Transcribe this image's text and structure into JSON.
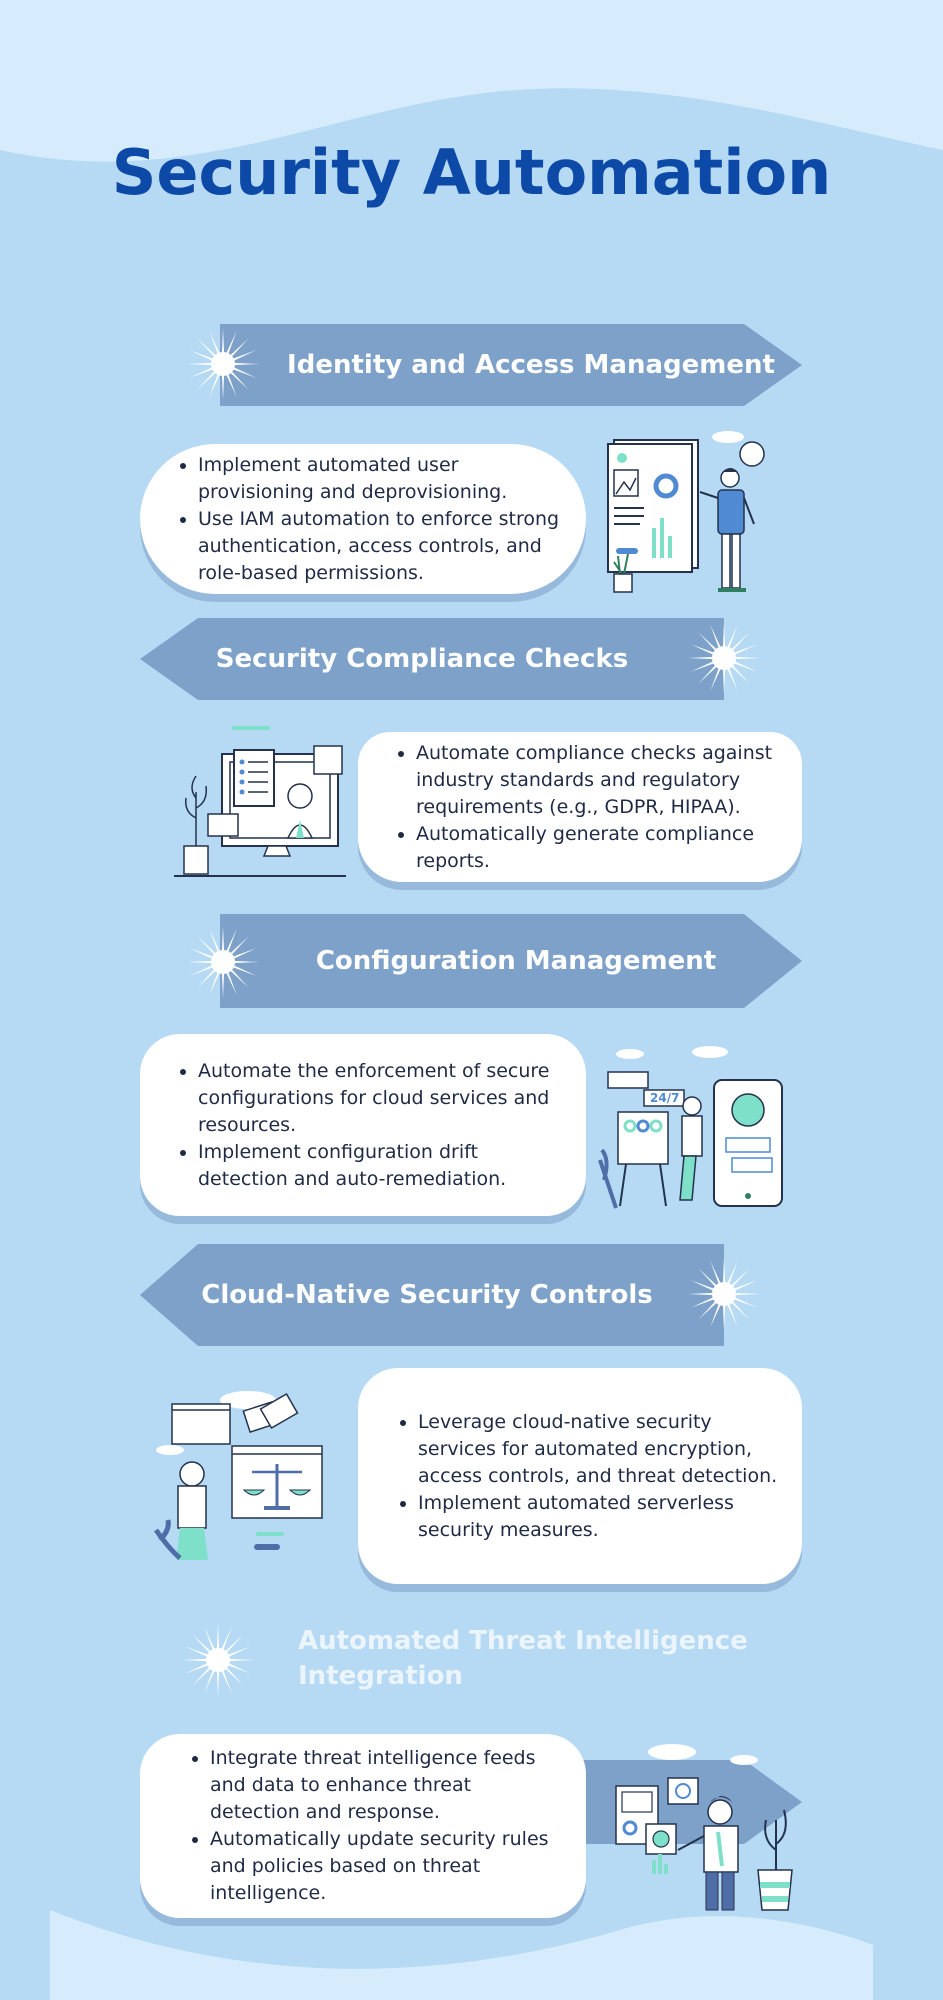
{
  "title": "Security Automation",
  "colors": {
    "background": "#b6daf4",
    "title": "#0d4aa8",
    "banner": "#7ea1c9",
    "card": "#ffffff",
    "text": "#1f2a44",
    "accent_mint": "#7ee0c8"
  },
  "sections": [
    {
      "heading": "Identity and Access Management",
      "bullets": [
        "Implement automated user provisioning and deprovisioning.",
        "Use IAM automation to enforce strong authentication, access controls, and role-based permissions."
      ]
    },
    {
      "heading": "Security Compliance Checks",
      "bullets": [
        "Automate compliance checks against industry standards and regulatory requirements (e.g., GDPR, HIPAA).",
        "Automatically generate compliance reports."
      ]
    },
    {
      "heading": "Configuration Management",
      "bullets": [
        "Automate the enforcement of secure configurations for cloud services and resources.",
        "Implement configuration drift detection and auto-remediation."
      ]
    },
    {
      "heading": "Cloud-Native Security Controls",
      "bullets": [
        "Leverage cloud-native security services for automated encryption, access controls, and threat detection.",
        "Implement automated serverless security measures."
      ]
    },
    {
      "heading": "Automated Threat Intelligence Integration",
      "bullets": [
        "Integrate threat intelligence feeds and data to enhance threat detection and response.",
        "Automatically update security rules and policies based on threat intelligence."
      ]
    }
  ],
  "illustrations": {
    "s1": "presenter-with-dashboard-illustration",
    "s2": "video-call-checklist-illustration",
    "s3": "mobile-24-7-support-illustration",
    "s4": "balance-scale-web-illustration",
    "s5": "analyst-with-charts-illustration",
    "badge": "24/7"
  }
}
